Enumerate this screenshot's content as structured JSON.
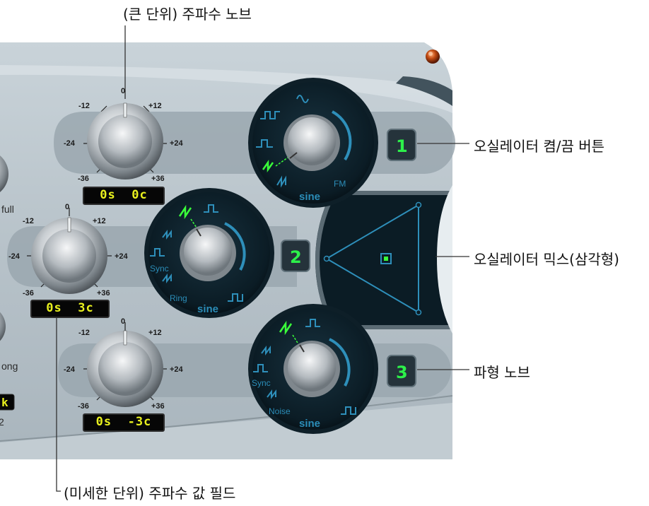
{
  "callouts": {
    "coarse_knob": "(큰 단위) 주파수 노브",
    "osc_toggle": "오실레이터 켬/끔 버튼",
    "osc_mix": "오실레이터 믹스(삼각형)",
    "waveform_knob": "파형 노브",
    "fine_field": "(미세한 단위) 주파수 값 필드"
  },
  "oscillators": [
    {
      "number": "1",
      "freq_value": "0s  0c",
      "ticks": {
        "top": "0",
        "upper_left": "-12",
        "upper_right": "+12",
        "left": "-24",
        "right": "+24",
        "lower_left": "-36",
        "lower_right": "+36"
      },
      "wave_labels": {
        "bottom": "sine",
        "extra": "FM"
      }
    },
    {
      "number": "2",
      "freq_value": "0s  3c",
      "ticks": {
        "top": "0",
        "upper_left": "-12",
        "upper_right": "+12",
        "left": "-24",
        "right": "+24",
        "lower_left": "-36",
        "lower_right": "+36"
      },
      "wave_labels": {
        "bottom": "sine",
        "sync": "Sync",
        "ring": "Ring"
      }
    },
    {
      "number": "3",
      "freq_value": "0s  -3c",
      "ticks": {
        "top": "0",
        "upper_left": "-12",
        "upper_right": "+12",
        "left": "-24",
        "right": "+24",
        "lower_left": "-36",
        "lower_right": "+36"
      },
      "wave_labels": {
        "bottom": "sine",
        "sync": "Sync",
        "noise": "Noise"
      }
    }
  ],
  "side_fragments": {
    "full": "full",
    "long": "ong",
    "k": "k",
    "num": "2"
  },
  "colors": {
    "panel": "#b9c4cb",
    "wave_active": "#3aff3a",
    "wave_inactive": "#2e8fba",
    "lcd_text": "#e8f01e",
    "led": "#c04a12"
  }
}
